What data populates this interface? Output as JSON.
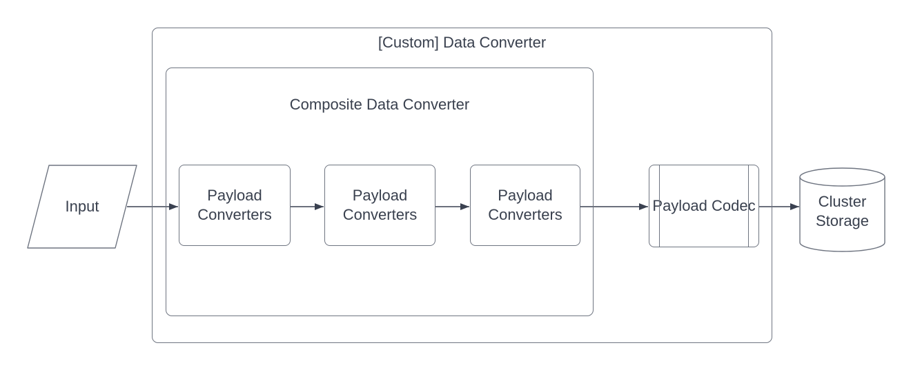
{
  "colors": {
    "background": "#ffffff",
    "shape_stroke": "#6e7480",
    "connector": "#3a4150",
    "text": "#39404e"
  },
  "nodes": {
    "outer_container_label": "[Custom] Data Converter",
    "inner_container_label": "Composite Data Converter",
    "input_label": "Input",
    "payload_converter_1": "Payload Converters",
    "payload_converter_2": "Payload Converters",
    "payload_converter_3": "Payload Converters",
    "payload_codec_label": "Payload Codec",
    "cluster_storage_label": "Cluster Storage"
  }
}
